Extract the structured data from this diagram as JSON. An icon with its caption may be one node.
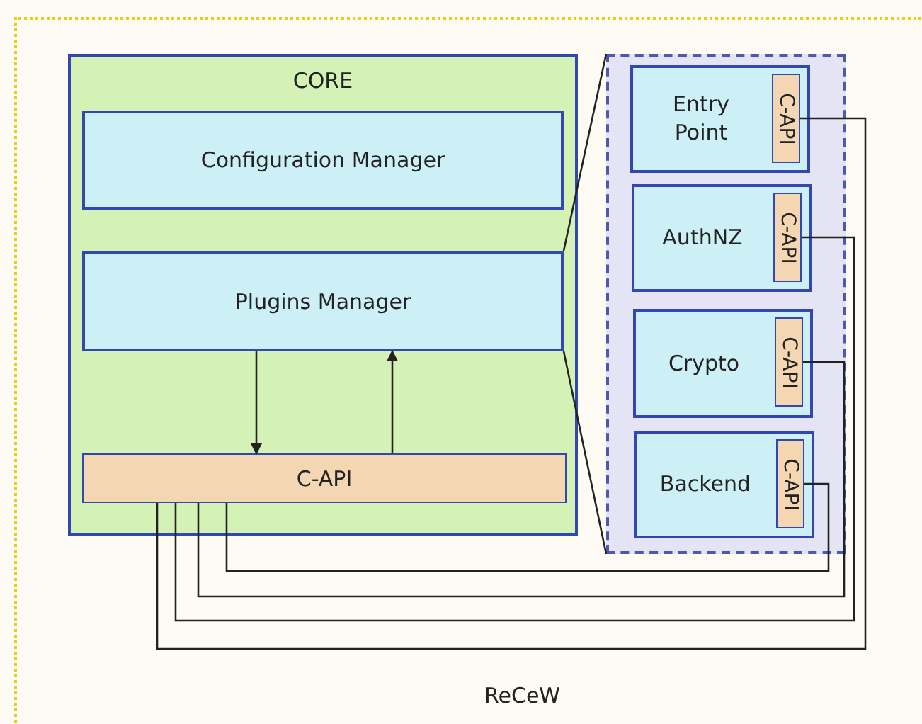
{
  "diagram": {
    "nodes": [
      {
        "text": [
          "ReCeW"
        ]
      },
      {
        "text": [
          "CORE"
        ],
        "in": 0
      },
      {
        "text": [
          "Configuration Manager"
        ],
        "in": 1
      },
      {
        "text": [
          "Plugins Manager"
        ],
        "in": 1
      },
      {
        "text": [
          "C-API"
        ],
        "in": 1
      },
      {
        "text": [],
        "shape": "box",
        "in": 0
      },
      {
        "text": [
          "Entry Point"
        ],
        "in": 5
      },
      {
        "text": [
          "C-API"
        ],
        "in": 6
      },
      {
        "text": [
          "AuthNZ"
        ],
        "in": 5
      },
      {
        "text": [
          "C-API"
        ],
        "in": 8
      },
      {
        "text": [
          "Crypto"
        ],
        "in": 5
      },
      {
        "text": [
          "C-API"
        ],
        "in": 10
      },
      {
        "text": [
          "Backend"
        ],
        "in": 5
      },
      {
        "text": [
          "C-API"
        ],
        "in": 12
      }
    ],
    "edges": [
      {
        "from": 3,
        "to": 4,
        "arrow": "to"
      },
      {
        "from": 4,
        "to": 3,
        "arrow": "to"
      },
      {
        "from": 7,
        "to": 4,
        "arrow": "none"
      },
      {
        "from": 9,
        "to": 4,
        "arrow": "none"
      },
      {
        "from": 11,
        "to": 4,
        "arrow": "none"
      },
      {
        "from": 13,
        "to": 4,
        "arrow": "none"
      },
      {
        "from": 3,
        "to": 5,
        "arrow": "none"
      },
      {
        "from": 3,
        "to": 5,
        "arrow": "none"
      }
    ]
  }
}
